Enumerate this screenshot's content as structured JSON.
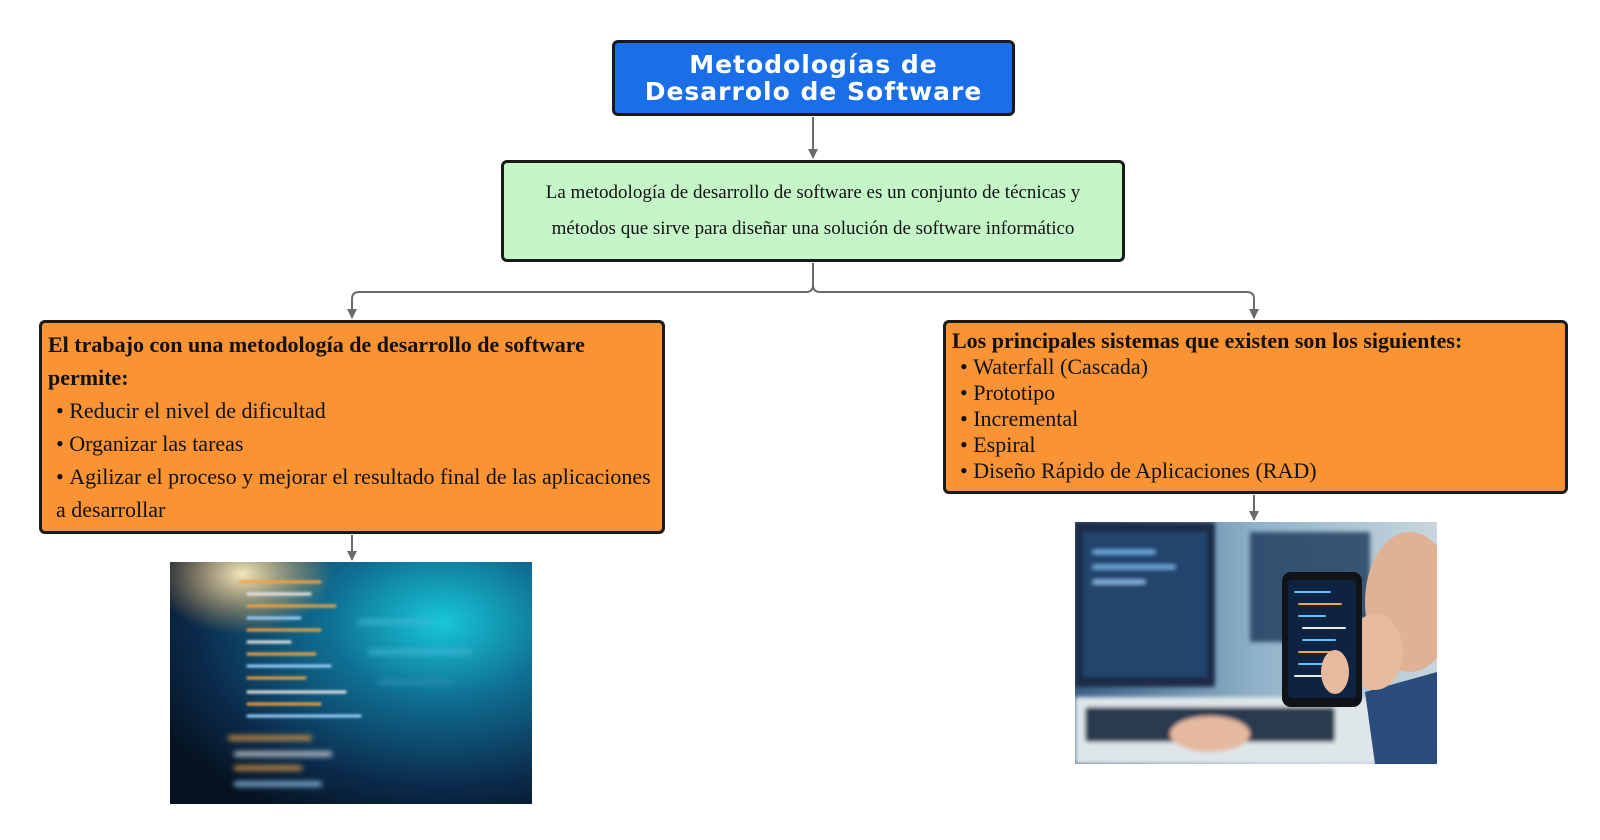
{
  "title": {
    "line1": "Metodologías de",
    "line2": "Desarrolo de Software"
  },
  "definition": {
    "line1": "La metodología de desarrollo de software es un conjunto de técnicas y",
    "line2": "métodos que sirve para diseñar una solución de software informático"
  },
  "benefits": {
    "heading": "El trabajo con una metodología de desarrollo de software permite:",
    "items": [
      "Reducir el nivel de dificultad",
      "Organizar las tareas",
      "Agilizar el proceso y mejorar el resultado final de las aplicaciones a desarrollar"
    ]
  },
  "systems": {
    "heading": "Los principales sistemas que existen son los siguientes:",
    "items": [
      "Waterfall (Cascada)",
      "Prototipo",
      "Incremental",
      "Espiral",
      "Diseño Rápido de Aplicaciones (RAD)"
    ]
  },
  "colors": {
    "title_fill": "#1a6fe8",
    "definition_fill": "#c5f6c8",
    "box_fill": "#f99333",
    "border": "#1a1a1a",
    "connector": "#6b6b6b"
  },
  "images": {
    "left": "code-screen-photo",
    "right": "person-holding-phone-with-code-photo"
  }
}
